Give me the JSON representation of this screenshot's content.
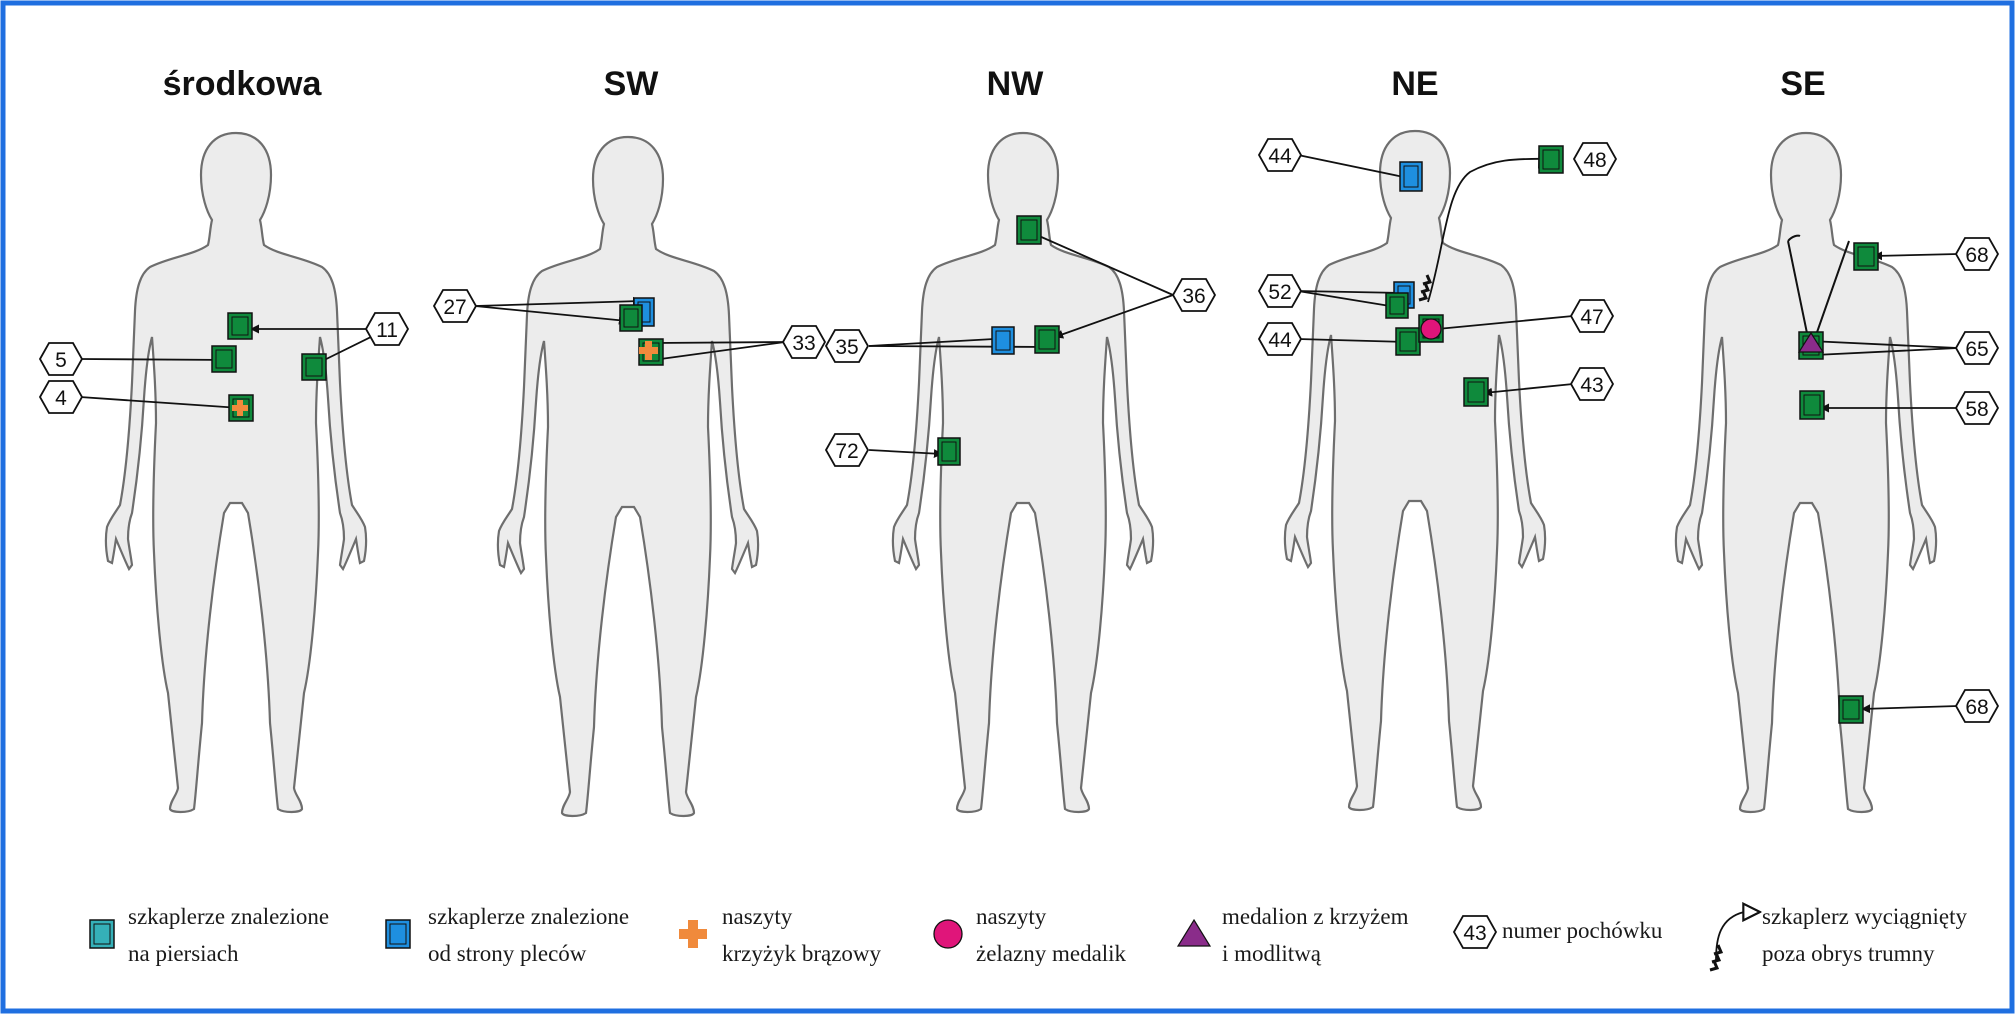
{
  "colors": {
    "frame": "#1f6fe0",
    "body_fill": "#ececec",
    "scapular_chest": "#0f8a3c",
    "scapular_chest_legend": "#35b0b8",
    "scapular_back": "#1e8fe0",
    "cross": "#f08a3c",
    "iron_medal": "#e0157a",
    "medallion": "#8a2c8a"
  },
  "sections": [
    {
      "title": "środkowa"
    },
    {
      "title": "SW"
    },
    {
      "title": "NW"
    },
    {
      "title": "NE"
    },
    {
      "title": "SE"
    }
  ],
  "burials": {
    "srodkowa": [
      "11",
      "5",
      "4"
    ],
    "sw": [
      "27",
      "33"
    ],
    "nw": [
      "36",
      "35",
      "72"
    ],
    "ne": [
      "44",
      "48",
      "52",
      "44",
      "47",
      "43"
    ],
    "se": [
      "68",
      "65",
      "58",
      "68"
    ]
  },
  "legend": [
    {
      "icon": "scapular-chest-icon",
      "line1": "szkaplerze znalezione",
      "line2": "na piersiach"
    },
    {
      "icon": "scapular-back-icon",
      "line1": "szkaplerze znalezione",
      "line2": "od strony pleców"
    },
    {
      "icon": "bronze-cross-icon",
      "line1": "naszyty",
      "line2": "krzyżyk brązowy"
    },
    {
      "icon": "iron-medal-icon",
      "line1": "naszyty",
      "line2": "żelazny medalik"
    },
    {
      "icon": "medallion-triangle-icon",
      "line1": "medalion z krzyżem",
      "line2": "i modlitwą"
    },
    {
      "icon": "burial-hexagon-icon",
      "hex": "43",
      "line1": "numer pochówku"
    },
    {
      "icon": "pulled-scapular-arrow-icon",
      "line1": "szkaplerz wyciągnięty",
      "line2": "poza obrys trumny"
    }
  ]
}
